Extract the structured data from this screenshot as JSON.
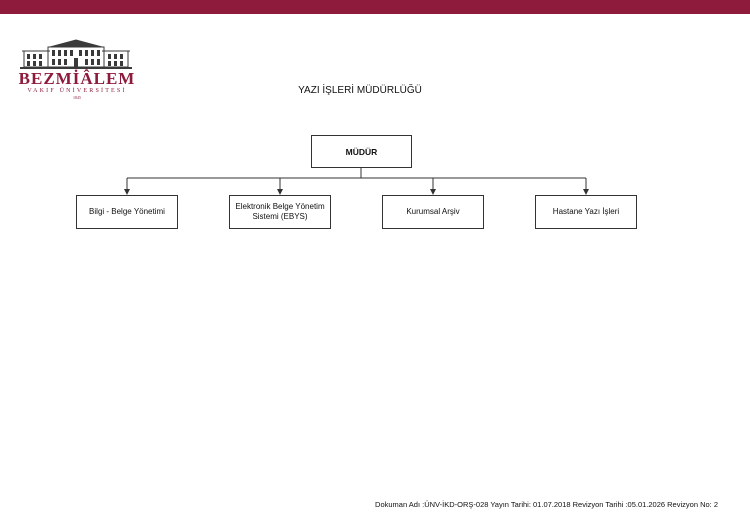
{
  "colors": {
    "brand": "#8e1b3b",
    "line": "#333333"
  },
  "logo": {
    "name": "BEZMİÂLEM",
    "subtitle": "VAKIF ÜNİVERSİTESİ",
    "year": "1845"
  },
  "title": "YAZI İŞLERİ MÜDÜRLÜĞÜ",
  "org": {
    "root": "MÜDÜR",
    "children": [
      "Bilgi - Belge Yönetimi",
      "Elektronik Belge Yönetim Sistemi (EBYS)",
      "Kurumsal Arşiv",
      "Hastane Yazı İşleri"
    ]
  },
  "footer": "Dokuman Adı :ÜNV-İKD-ORŞ-028 Yayın Tarihi: 01.07.2018 Revizyon Tarihi :05.01.2026 Revizyon No: 2"
}
